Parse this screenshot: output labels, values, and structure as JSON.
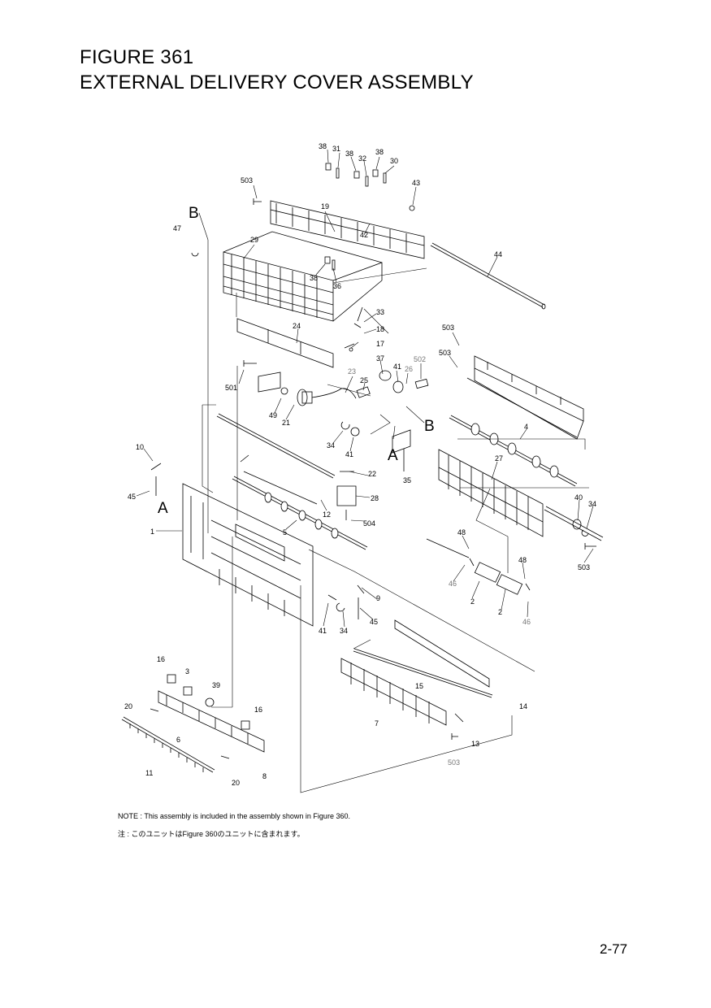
{
  "figure": {
    "title_line1": "FIGURE 361",
    "title_line2": "EXTERNAL DELIVERY COVER ASSEMBLY"
  },
  "callouts": [
    {
      "id": "38"
    },
    {
      "id": "31"
    },
    {
      "id": "38"
    },
    {
      "id": "32"
    },
    {
      "id": "38"
    },
    {
      "id": "30"
    },
    {
      "id": "503"
    },
    {
      "id": "43"
    },
    {
      "id": "19"
    },
    {
      "id": "B"
    },
    {
      "id": "47"
    },
    {
      "id": "29"
    },
    {
      "id": "42"
    },
    {
      "id": "44"
    },
    {
      "id": "38"
    },
    {
      "id": "36"
    },
    {
      "id": "33"
    },
    {
      "id": "18"
    },
    {
      "id": "24"
    },
    {
      "id": "17"
    },
    {
      "id": "503"
    },
    {
      "id": "503"
    },
    {
      "id": "37"
    },
    {
      "id": "502"
    },
    {
      "id": "23"
    },
    {
      "id": "41"
    },
    {
      "id": "26"
    },
    {
      "id": "25"
    },
    {
      "id": "501"
    },
    {
      "id": "49"
    },
    {
      "id": "21"
    },
    {
      "id": "B"
    },
    {
      "id": "4"
    },
    {
      "id": "34"
    },
    {
      "id": "41"
    },
    {
      "id": "A"
    },
    {
      "id": "10"
    },
    {
      "id": "22"
    },
    {
      "id": "27"
    },
    {
      "id": "35"
    },
    {
      "id": "28"
    },
    {
      "id": "45"
    },
    {
      "id": "A"
    },
    {
      "id": "12"
    },
    {
      "id": "40"
    },
    {
      "id": "34"
    },
    {
      "id": "504"
    },
    {
      "id": "1"
    },
    {
      "id": "5"
    },
    {
      "id": "48"
    },
    {
      "id": "503"
    },
    {
      "id": "48"
    },
    {
      "id": "46"
    },
    {
      "id": "9"
    },
    {
      "id": "2"
    },
    {
      "id": "2"
    },
    {
      "id": "46"
    },
    {
      "id": "45"
    },
    {
      "id": "41"
    },
    {
      "id": "34"
    },
    {
      "id": "16"
    },
    {
      "id": "3"
    },
    {
      "id": "39"
    },
    {
      "id": "15"
    },
    {
      "id": "14"
    },
    {
      "id": "20"
    },
    {
      "id": "16"
    },
    {
      "id": "7"
    },
    {
      "id": "6"
    },
    {
      "id": "13"
    },
    {
      "id": "503"
    },
    {
      "id": "11"
    },
    {
      "id": "20"
    },
    {
      "id": "8"
    }
  ],
  "note_en": "NOTE : This assembly is included in the assembly shown in Figure 360.",
  "note_ja": "注 : このユニットはFigure 360のユニットに含まれます。",
  "page_number": "2-77"
}
